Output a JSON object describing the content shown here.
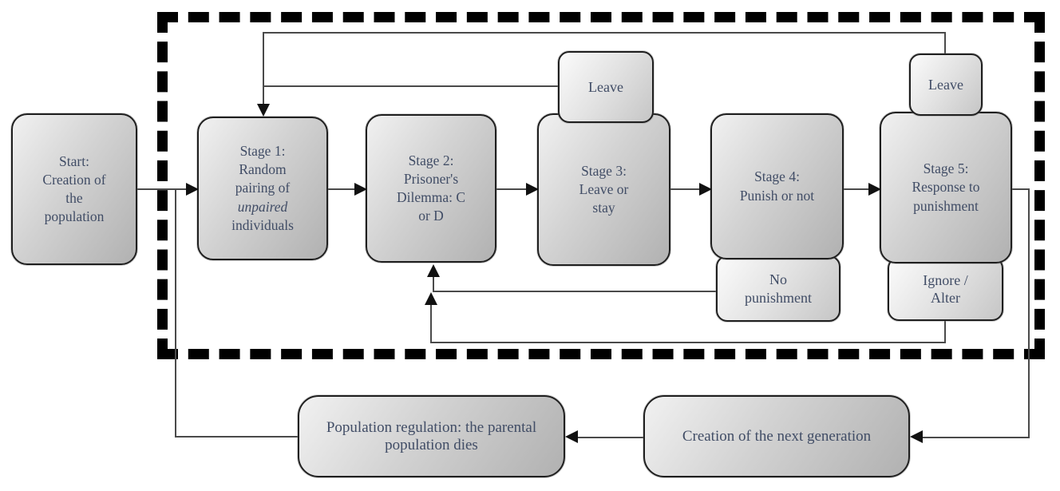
{
  "nodes": {
    "start": {
      "label": "Start: Creation of the population"
    },
    "stage1": {
      "prefix": "Stage 1: Random pairing of",
      "emphasis": "unpaired",
      "suffix": "individuals"
    },
    "stage2": {
      "label": "Stage 2: Prisoner's Dilemma: C or D"
    },
    "stage3": {
      "label": "Stage 3: Leave or stay"
    },
    "stage4": {
      "label": "Stage 4: Punish or not"
    },
    "stage5": {
      "label": "Stage 5: Response to punishment"
    },
    "leave_stage3": {
      "label": "Leave"
    },
    "leave_stage5": {
      "label": "Leave"
    },
    "no_punishment": {
      "label": "No punishment"
    },
    "ignore_alter": {
      "label": "Ignore / Alter"
    },
    "population_regulation": {
      "label": "Population regulation: the parental population dies"
    },
    "next_generation": {
      "label": "Creation of the next generation"
    }
  },
  "colors": {
    "node_border": "#1f1f1f",
    "node_fill_light": "#f1f1f1",
    "node_fill_dark": "#b1b1b1",
    "text": "#414d66",
    "connector": "#4a4a4a",
    "boundary_dash": "#000000"
  }
}
